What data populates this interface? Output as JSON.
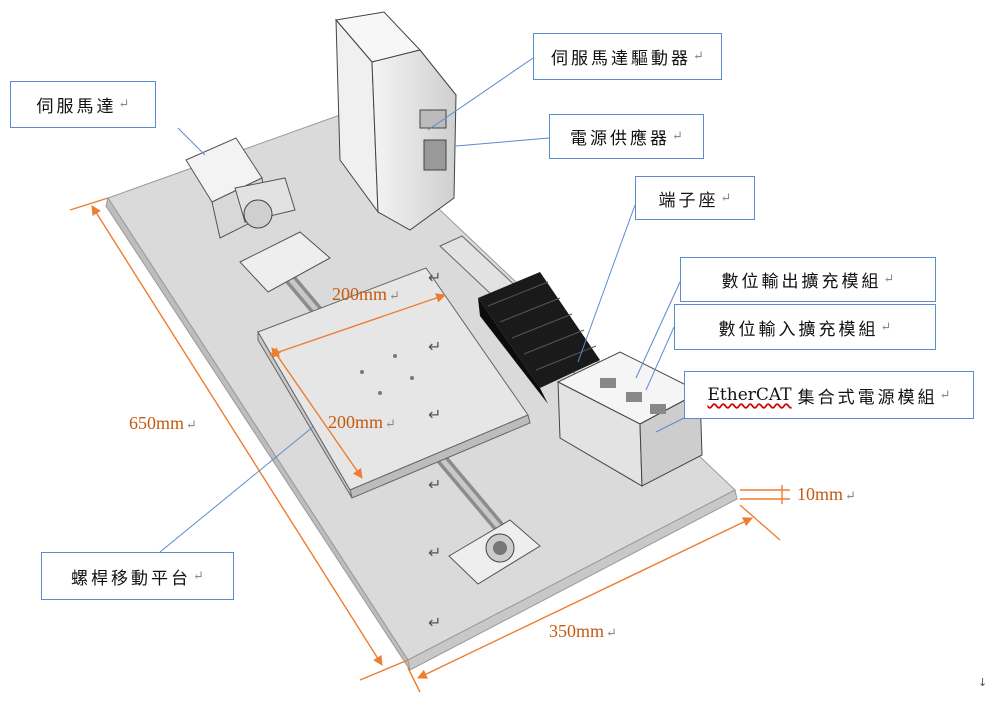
{
  "callouts": {
    "servo_motor": "伺服馬達",
    "servo_driver": "伺服馬達驅動器",
    "power_supply": "電源供應器",
    "terminal_block": "端子座",
    "digital_output": "數位輸出擴充模組",
    "digital_input": "數位輸入擴充模組",
    "ethercat_brand": "EtherCAT",
    "ethercat_rest": "集合式電源模組",
    "screw_stage": "螺桿移動平台"
  },
  "dimensions": {
    "stage_width": "200mm",
    "stage_depth": "200mm",
    "base_length": "650mm",
    "base_width": "350mm",
    "base_thickness": "10mm"
  },
  "marks": {
    "return": "↵",
    "corner": "↓"
  },
  "colors": {
    "leader_line": "#5b8ccd",
    "dimension": "#c55a11",
    "base_top": "#d9d9d9",
    "base_edge": "#b5b5b5"
  }
}
